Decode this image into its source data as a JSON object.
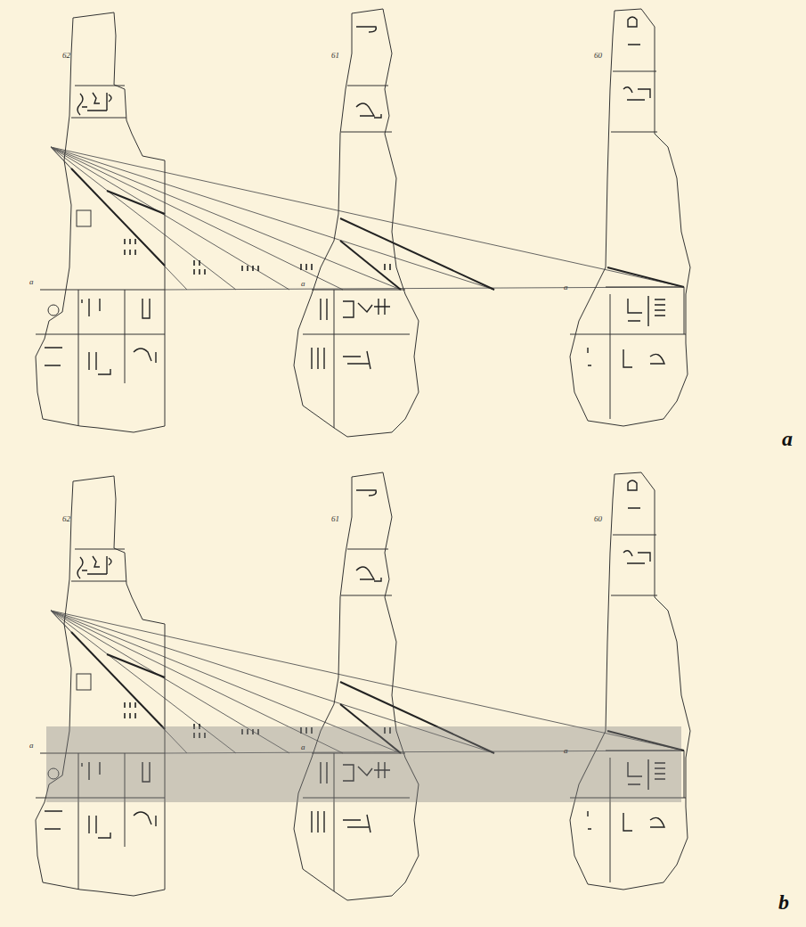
{
  "diagram": {
    "labels": [
      "62",
      "61",
      "60",
      "a",
      "a",
      "a",
      "a",
      "62",
      "61",
      "60",
      "a",
      "a",
      "a",
      "b"
    ]
  }
}
